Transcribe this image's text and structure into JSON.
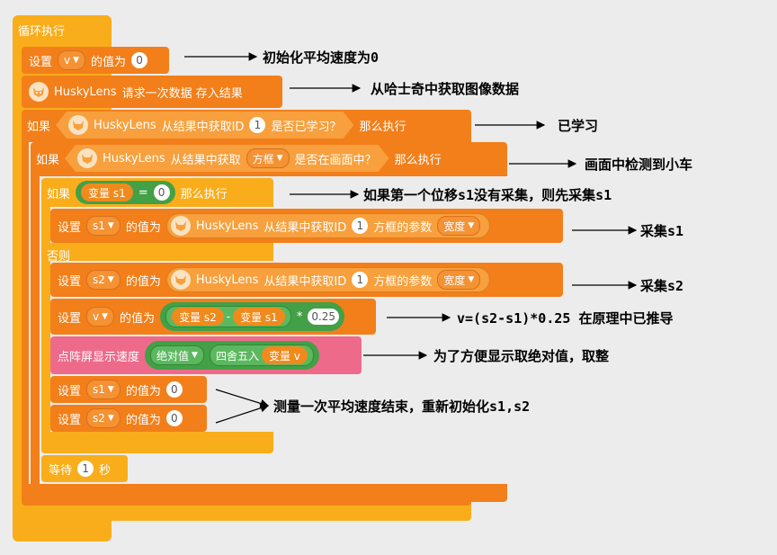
{
  "hat": {
    "label": "循环执行"
  },
  "blocks": {
    "set_v": {
      "set": "设置",
      "var": "v",
      "value_of": "的值为",
      "value": "0"
    },
    "request": {
      "huskylens": "HuskyLens",
      "text": "请求一次数据 存入结果"
    },
    "if_learned": {
      "if": "如果",
      "huskylens": "HuskyLens",
      "text_a": "从结果中获取ID",
      "id": "1",
      "text_b": "是否已学习？",
      "then": "那么执行"
    },
    "if_frame": {
      "if": "如果",
      "huskylens": "HuskyLens",
      "text_a": "从结果中获取",
      "dropdown": "方框",
      "text_b": "是否在画面中？",
      "then": "那么执行"
    },
    "if_s1_zero": {
      "if": "如果",
      "var_label": "变量 s1",
      "eq": "=",
      "value": "0",
      "then": "那么执行"
    },
    "set_s1_width": {
      "set": "设置",
      "var": "s1",
      "value_of": "的值为",
      "huskylens": "HuskyLens",
      "text_a": "从结果中获取ID",
      "id": "1",
      "text_b": "方框的参数",
      "param": "宽度"
    },
    "else": {
      "label": "否则"
    },
    "set_s2_width": {
      "set": "设置",
      "var": "s2",
      "value_of": "的值为",
      "huskylens": "HuskyLens",
      "text_a": "从结果中获取ID",
      "id": "1",
      "text_b": "方框的参数",
      "param": "宽度"
    },
    "set_v_calc": {
      "set": "设置",
      "var": "v",
      "value_of": "的值为",
      "var_s2": "变量 s2",
      "minus": "-",
      "var_s1": "变量 s1",
      "times": "*",
      "factor": "0.25"
    },
    "display": {
      "label": "点阵屏显示速度",
      "abs": "绝对值",
      "round": "四舍五入",
      "var_v": "变量 v"
    },
    "reset_s1": {
      "set": "设置",
      "var": "s1",
      "value_of": "的值为",
      "value": "0"
    },
    "reset_s2": {
      "set": "设置",
      "var": "s2",
      "value_of": "的值为",
      "value": "0"
    },
    "wait": {
      "label": "等待",
      "value": "1",
      "unit": "秒"
    }
  },
  "annotations": {
    "a1": "初始化平均速度为0",
    "a2": "从哈士奇中获取图像数据",
    "a3": "已学习",
    "a4": "画面中检测到小车",
    "a5": "如果第一个位移s1没有采集，则先采集s1",
    "a6": "采集s1",
    "a7": "采集s2",
    "a8": "v=(s2-s1)*0.25 在原理中已推导",
    "a9": "为了方便显示取绝对值，取整",
    "a10": "测量一次平均速度结束，重新初始化s1,s2"
  },
  "colors": {
    "loop": "#f9ad1b",
    "set": "#f27f1a",
    "display": "#ee6a8b",
    "logic": "#43a047",
    "background": "#ececec"
  }
}
